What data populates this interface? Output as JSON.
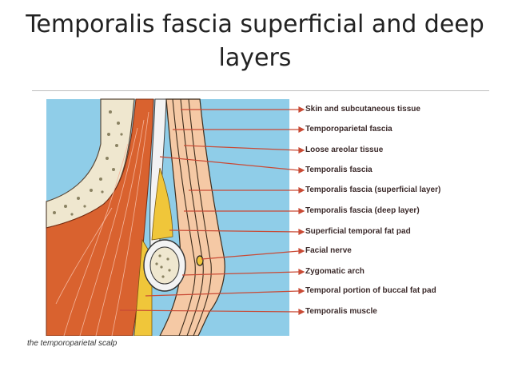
{
  "slide": {
    "title_line1": "Temporalis fascia superficial and deep",
    "title_line2": "layers",
    "caption": "the temporoparietal scalp"
  },
  "diagram": {
    "labels": [
      "Skin and subcutaneous tissue",
      "Temporoparietal fascia",
      "Loose areolar tissue",
      "Temporalis fascia",
      "Temporalis fascia (superficial layer)",
      "Temporalis fascia (deep layer)",
      "Superficial temporal fat pad",
      "Facial nerve",
      "Zygomatic arch",
      "Temporal portion of buccal fat pad",
      "Temporalis muscle"
    ]
  },
  "colors": {
    "background_blue": "#8fcde8",
    "bone": "#efe7cf",
    "bone_speckle": "#8a8262",
    "muscle": "#d9622f",
    "fat": "#f0c63a",
    "skin": "#f5c9a5",
    "leader": "#c94a35"
  }
}
